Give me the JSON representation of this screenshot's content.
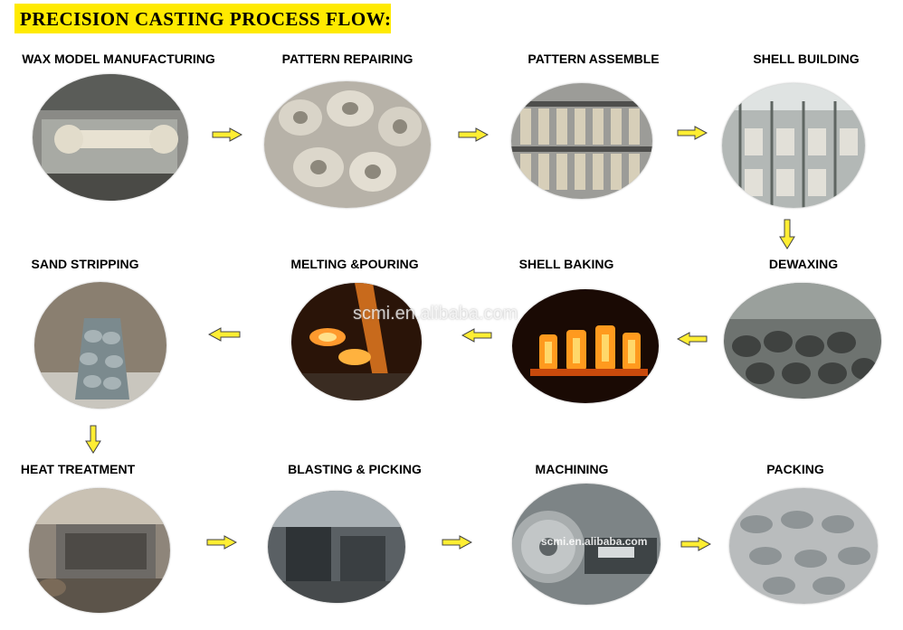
{
  "title": "PRECISION CASTING PROCESS FLOW:",
  "watermark": "scmi.en.alibaba.com",
  "steps": [
    {
      "label": "WAX MODEL MANUFACTURING"
    },
    {
      "label": "PATTERN REPAIRING"
    },
    {
      "label": "PATTERN ASSEMBLE"
    },
    {
      "label": "SHELL BUILDING"
    },
    {
      "label": "DEWAXING"
    },
    {
      "label": "SHELL BAKING"
    },
    {
      "label": "MELTING &POURING"
    },
    {
      "label": "SAND STRIPPING"
    },
    {
      "label": "HEAT TREATMENT"
    },
    {
      "label": "BLASTING & PICKING"
    },
    {
      "label": "MACHINING"
    },
    {
      "label": "PACKING"
    }
  ],
  "colors": {
    "banner": "#ffea00",
    "arrow_fill": "#ffee33",
    "arrow_stroke": "#444444"
  }
}
